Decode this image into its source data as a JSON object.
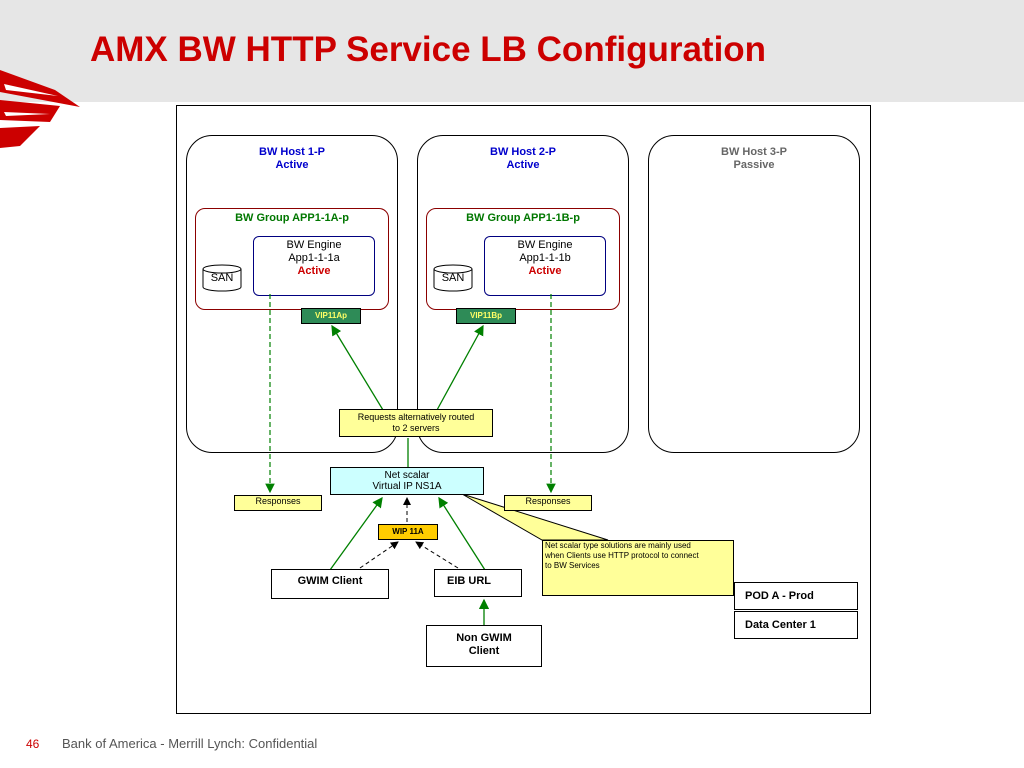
{
  "slide": {
    "title": "AMX BW HTTP Service LB Configuration",
    "page_number": "46",
    "footer": "Bank of America - Merrill Lynch: Confidential"
  },
  "hosts": [
    {
      "title_line1": "BW Host 1-P",
      "title_line2": "Active",
      "status": "active"
    },
    {
      "title_line1": "BW Host 2-P",
      "title_line2": "Active",
      "status": "active"
    },
    {
      "title_line1": "BW Host 3-P",
      "title_line2": "Passive",
      "status": "passive"
    }
  ],
  "groups": [
    {
      "label": "BW Group APP1-1A-p",
      "engine_line1": "BW Engine",
      "engine_line2": "App1-1-1a",
      "engine_status": "Active",
      "san": "SAN",
      "vip": "VIP11Ap"
    },
    {
      "label": "BW Group APP1-1B-p",
      "engine_line1": "BW Engine",
      "engine_line2": "App1-1-1b",
      "engine_status": "Active",
      "san": "SAN",
      "vip": "VIP11Bp"
    }
  ],
  "notes": {
    "routing_line1": "Requests alternatively routed",
    "routing_line2": "to 2 servers",
    "responses_left": "Responses",
    "responses_right": "Responses",
    "callout_line1": "Net scalar type solutions are mainly used",
    "callout_line2": "when Clients use HTTP protocol to connect",
    "callout_line3": "to BW Services"
  },
  "netscalar": {
    "line1": "Net scalar",
    "line2": "Virtual IP NS1A"
  },
  "wip": "WIP 11A",
  "clients": {
    "gwim": "GWIM Client",
    "eib": "EIB URL",
    "non_gwim_line1": "Non GWIM",
    "non_gwim_line2": "Client"
  },
  "pod": {
    "row1": "POD A - Prod",
    "row2": "Data Center 1"
  },
  "colors": {
    "title_red": "#cc0000",
    "host_active_blue": "#0000cc",
    "group_green": "#007700",
    "arrow_green": "#008000",
    "vip_green": "#2e8b57",
    "note_yellow": "#ffff99",
    "netscalar_cyan": "#ccffff",
    "wip_orange": "#ffcc00"
  }
}
